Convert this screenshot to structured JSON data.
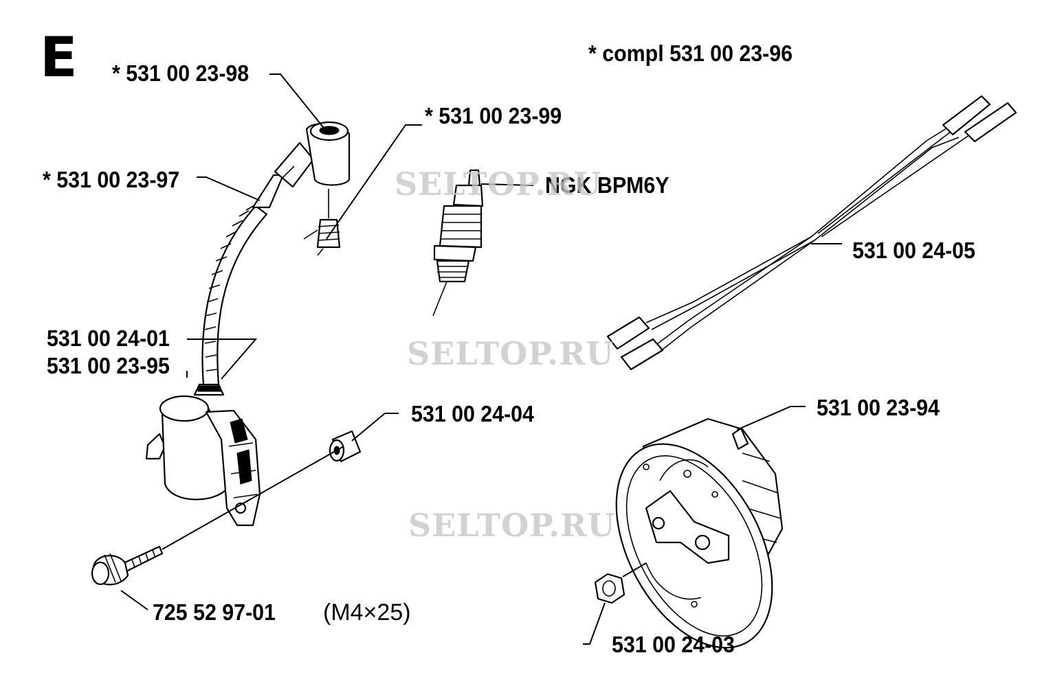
{
  "section_letter": "E",
  "labels": {
    "compl": "*  compl 531 00 23-96",
    "p_98": "*  531 00 23-98",
    "p_99": "*  531 00 23-99",
    "p_97": "*  531 00 23-97",
    "spark_plug": "NGK BPM6Y",
    "p_05": "531 00 24-05",
    "p_01": "531 00 24-01",
    "p_95": "531 00 23-95",
    "p_04": "531 00 24-04",
    "p_94": "531 00 23-94",
    "p_725": "725 52 97-01",
    "screw_size": "(M4×25)",
    "p_03": "531 00 24-03"
  },
  "watermarks": [
    "SELTOP.RU",
    "SELTOP.RU",
    "SELTOP.RU"
  ]
}
